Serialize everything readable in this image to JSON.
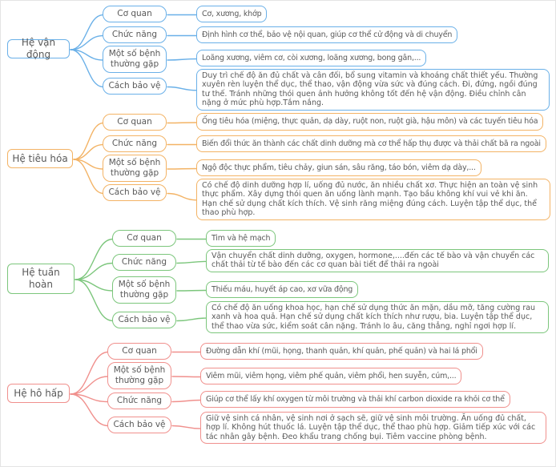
{
  "sections": [
    {
      "title": "Hệ vận động",
      "color": "#6ab0e8",
      "branches": [
        {
          "label": "Cơ quan",
          "detail": "Cơ, xương, khớp"
        },
        {
          "label": "Chức năng",
          "detail": "Định hình cơ thể, bảo vệ nội quan, giúp cơ thể cử động và di chuyển"
        },
        {
          "label": "Một số bệnh thường gặp",
          "detail": "Loãng xương, viêm cơ, còi xương, loãng xương, bong gân,..."
        },
        {
          "label": "Cách bảo vệ",
          "detail": "Duy trì chế độ ăn đủ chất và cân đối, bổ sung vitamin và khoáng chất thiết yếu. Thường xuyên rèn luyện thể dục, thể thao, vận động vừa sức và đúng cách. Đi, đứng, ngồi đúng tư thế. Tránh những thói quen ảnh hưởng không tốt đến hệ vận động. Điều chỉnh cân nặng ở mức phù hợp.Tắm nắng."
        }
      ]
    },
    {
      "title": "Hệ tiêu hóa",
      "color": "#f3b365",
      "branches": [
        {
          "label": "Cơ quan",
          "detail": "Ống tiêu hóa (miệng, thực quản, dạ dày, ruột non, ruột già, hậu môn) và các tuyến tiêu hóa"
        },
        {
          "label": "Chức năng",
          "detail": "Biến đổi thức ăn thành các chất dinh dưỡng mà cơ thể hấp thụ được và thải chất bã ra ngoài"
        },
        {
          "label": "Một số bệnh thường gặp",
          "detail": "Ngộ độc thực phẩm, tiêu chảy, giun sán, sâu răng, táo bón, viêm dạ dày,..."
        },
        {
          "label": "Cách bảo vệ",
          "detail": "Có chế độ dinh dưỡng hợp lí, uống đủ nước, ăn nhiều chất xơ.  Thực hiện an toàn vệ sinh thực phẩm.  Xây dựng thói quen ăn uống lành mạnh.  Tạo bầu không khí vui vẻ khi ăn. Hạn chế sử dụng chất kích thích.  Vệ sinh răng miệng đúng cách.  Luyện tập thể dục, thể thao phù hợp."
        }
      ]
    },
    {
      "title": "Hệ tuần hoàn",
      "color": "#7cc67c",
      "branches": [
        {
          "label": "Cơ quan",
          "detail": "Tim và hệ mạch"
        },
        {
          "label": "Chức năng",
          "detail": "Vận chuyển chất dinh dưỡng, oxygen, hormone,....đến các tế bào và vận chuyển các chất thải từ tế bào đến các cơ quan bài tiết để thải ra ngoài"
        },
        {
          "label": "Một số bệnh thường gặp",
          "detail": "Thiếu máu, huyết áp cao, xơ vữa động"
        },
        {
          "label": "Cách bảo vệ",
          "detail": "Có chế độ ăn uống khoa học, hạn chế sử dụng thức ăn mặn, dầu mỡ, tăng cường rau xanh và hoa quả.  Hạn chế sử dụng chất kích thích như rượu, bia.  Luyện tập thể dục, thể thao vừa sức, kiểm soát cân nặng.  Tránh lo âu, căng thẳng, nghỉ ngơi hợp lí."
        }
      ]
    },
    {
      "title": "Hệ hô hấp",
      "color": "#f0908d",
      "branches": [
        {
          "label": "Cơ quan",
          "detail": "Đường dẫn khí (mũi, họng, thanh quản, khí quản, phế quản) và hai lá phổi"
        },
        {
          "label": "Một số bệnh thường gặp",
          "detail": "Viêm mũi, viêm họng, viêm phế quản, viêm phổi, hen suyễn, cúm,..."
        },
        {
          "label": "Chức năng",
          "detail": "Giúp cơ thể lấy khí oxygen từ môi trường và thải khí carbon dioxide ra khỏi cơ thể"
        },
        {
          "label": "Cách bảo vệ",
          "detail": "Giữ vệ sinh cá nhân, vệ sinh nơi ở sạch sẽ, giữ vệ sinh môi trường. Ăn uống đủ chất, hợp lí. Không hút thuốc lá. Luyện tập thể dục, thể thao phù hợp. Giảm tiếp xúc với các tác nhân gây bệnh. Đeo khẩu trang chống bụi. Tiêm vaccine phòng bệnh."
        }
      ]
    }
  ]
}
